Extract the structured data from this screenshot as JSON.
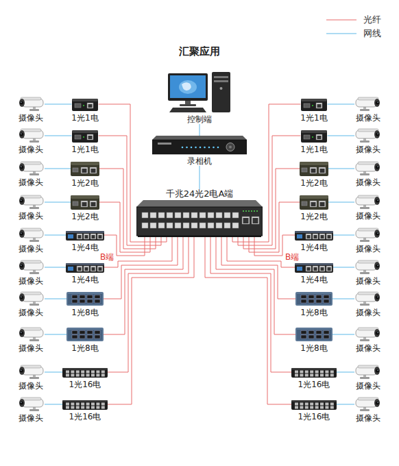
{
  "diagram": {
    "title": "汇聚应用",
    "nodes": [
      {
        "text": [
          "控制端"
        ]
      },
      {
        "text": [
          "录相机"
        ]
      },
      {
        "text": [
          "千兆24光2电A端"
        ]
      },
      {
        "text": [
          "摄像头"
        ]
      },
      {
        "text": [
          "1光1电"
        ]
      },
      {
        "text": [
          "1光1电"
        ]
      },
      {
        "text": [
          "摄像头"
        ]
      },
      {
        "text": [
          "摄像头"
        ]
      },
      {
        "text": [
          "1光1电"
        ]
      },
      {
        "text": [
          "1光1电"
        ]
      },
      {
        "text": [
          "摄像头"
        ]
      },
      {
        "text": [
          "摄像头"
        ]
      },
      {
        "text": [
          "1光2电"
        ]
      },
      {
        "text": [
          "1光2电"
        ]
      },
      {
        "text": [
          "摄像头"
        ]
      },
      {
        "text": [
          "摄像头"
        ]
      },
      {
        "text": [
          "1光2电"
        ]
      },
      {
        "text": [
          "1光2电"
        ]
      },
      {
        "text": [
          "摄像头"
        ]
      },
      {
        "text": [
          "摄像头"
        ]
      },
      {
        "text": [
          "1光4电"
        ]
      },
      {
        "text": [
          "1光4电"
        ]
      },
      {
        "text": [
          "摄像头"
        ]
      },
      {
        "text": [
          "摄像头"
        ]
      },
      {
        "text": [
          "1光4电"
        ]
      },
      {
        "text": [
          "1光4电"
        ]
      },
      {
        "text": [
          "摄像头"
        ]
      },
      {
        "text": [
          "摄像头"
        ]
      },
      {
        "text": [
          "1光8电"
        ]
      },
      {
        "text": [
          "1光8电"
        ]
      },
      {
        "text": [
          "摄像头"
        ]
      },
      {
        "text": [
          "摄像头"
        ]
      },
      {
        "text": [
          "1光8电"
        ]
      },
      {
        "text": [
          "1光8电"
        ]
      },
      {
        "text": [
          "摄像头"
        ]
      },
      {
        "text": [
          "摄像头"
        ]
      },
      {
        "text": [
          "1光16电"
        ]
      },
      {
        "text": [
          "1光16电"
        ]
      },
      {
        "text": [
          "摄像头"
        ]
      },
      {
        "text": [
          "摄像头"
        ]
      },
      {
        "text": [
          "1光16电"
        ]
      },
      {
        "text": [
          "1光16电"
        ]
      },
      {
        "text": [
          "摄像头"
        ]
      }
    ],
    "edges": [
      {
        "from": 0,
        "to": 1,
        "arrow": "none"
      },
      {
        "from": 1,
        "to": 2,
        "arrow": "none"
      },
      {
        "from": 3,
        "to": 4,
        "arrow": "none"
      },
      {
        "from": 4,
        "to": 2,
        "arrow": "none"
      },
      {
        "from": 6,
        "to": 5,
        "arrow": "none"
      },
      {
        "from": 5,
        "to": 2,
        "arrow": "none"
      },
      {
        "from": 7,
        "to": 8,
        "arrow": "none"
      },
      {
        "from": 8,
        "to": 2,
        "arrow": "none"
      },
      {
        "from": 10,
        "to": 9,
        "arrow": "none"
      },
      {
        "from": 9,
        "to": 2,
        "arrow": "none"
      },
      {
        "from": 11,
        "to": 12,
        "arrow": "none"
      },
      {
        "from": 12,
        "to": 2,
        "arrow": "none"
      },
      {
        "from": 14,
        "to": 13,
        "arrow": "none"
      },
      {
        "from": 13,
        "to": 2,
        "arrow": "none"
      },
      {
        "from": 15,
        "to": 16,
        "arrow": "none"
      },
      {
        "from": 16,
        "to": 2,
        "arrow": "none"
      },
      {
        "from": 18,
        "to": 17,
        "arrow": "none"
      },
      {
        "from": 17,
        "to": 2,
        "arrow": "none"
      },
      {
        "from": 19,
        "to": 20,
        "arrow": "none"
      },
      {
        "from": 20,
        "to": 2,
        "arrow": "none"
      },
      {
        "from": 22,
        "to": 21,
        "arrow": "none"
      },
      {
        "from": 21,
        "to": 2,
        "arrow": "none"
      },
      {
        "from": 23,
        "to": 24,
        "arrow": "none"
      },
      {
        "from": 24,
        "to": 2,
        "arrow": "none"
      },
      {
        "from": 26,
        "to": 25,
        "arrow": "none"
      },
      {
        "from": 25,
        "to": 2,
        "arrow": "none"
      },
      {
        "from": 27,
        "to": 28,
        "arrow": "none"
      },
      {
        "from": 28,
        "to": 2,
        "arrow": "none"
      },
      {
        "from": 30,
        "to": 29,
        "arrow": "none"
      },
      {
        "from": 29,
        "to": 2,
        "arrow": "none"
      },
      {
        "from": 31,
        "to": 32,
        "arrow": "none"
      },
      {
        "from": 32,
        "to": 2,
        "arrow": "none"
      },
      {
        "from": 34,
        "to": 33,
        "arrow": "none"
      },
      {
        "from": 33,
        "to": 2,
        "arrow": "none"
      },
      {
        "from": 35,
        "to": 36,
        "arrow": "none"
      },
      {
        "from": 36,
        "to": 2,
        "arrow": "none"
      },
      {
        "from": 38,
        "to": 37,
        "arrow": "none"
      },
      {
        "from": 37,
        "to": 2,
        "arrow": "none"
      },
      {
        "from": 39,
        "to": 40,
        "arrow": "none"
      },
      {
        "from": 40,
        "to": 2,
        "arrow": "none"
      },
      {
        "from": 42,
        "to": 41,
        "arrow": "none"
      },
      {
        "from": 41,
        "to": 2,
        "arrow": "none"
      }
    ],
    "labels": [
      "B端",
      "B端"
    ],
    "legend": [
      {
        "text": "光纤"
      },
      {
        "text": "网线"
      }
    ]
  }
}
